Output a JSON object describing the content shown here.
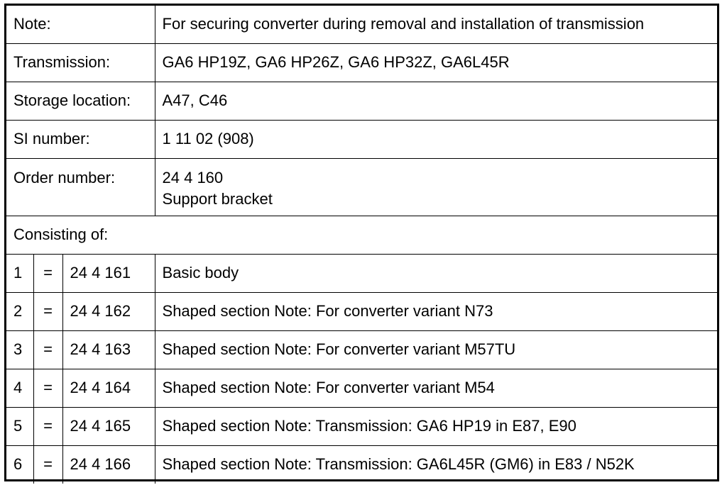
{
  "rows": {
    "note": {
      "label": "Note:",
      "value": "For securing converter during removal and installation of transmission"
    },
    "transmission": {
      "label": "Transmission:",
      "value": "GA6 HP19Z, GA6 HP26Z, GA6 HP32Z, GA6L45R"
    },
    "storage": {
      "label": "Storage location:",
      "value": "A47, C46"
    },
    "si": {
      "label": "SI number:",
      "value": "1 11 02 (908)"
    },
    "order": {
      "label": "Order number:",
      "number": "24 4 160",
      "name": "Support bracket"
    },
    "consisting": {
      "label": "Consisting of:"
    }
  },
  "parts": [
    {
      "index": "1",
      "eq": "=",
      "number": "24 4 161",
      "description": "Basic body"
    },
    {
      "index": "2",
      "eq": "=",
      "number": "24 4 162",
      "description": "Shaped section Note: For converter variant N73"
    },
    {
      "index": "3",
      "eq": "=",
      "number": "24 4 163",
      "description": "Shaped section Note: For converter variant M57TU"
    },
    {
      "index": "4",
      "eq": "=",
      "number": "24 4 164",
      "description": "Shaped section Note: For converter variant M54"
    },
    {
      "index": "5",
      "eq": "=",
      "number": "24 4 165",
      "description": "Shaped section Note: Transmission: GA6 HP19 in E87, E90"
    },
    {
      "index": "6",
      "eq": "=",
      "number": "24 4 166",
      "description": "Shaped section Note: Transmission: GA6L45R (GM6) in E83 / N52K"
    }
  ]
}
